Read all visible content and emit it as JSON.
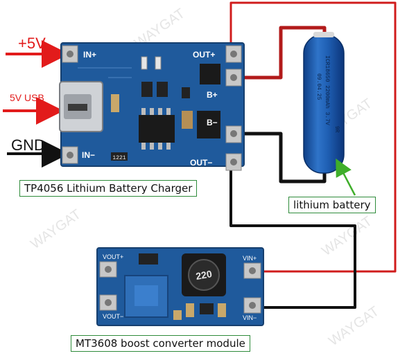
{
  "input_labels": {
    "plus5v": "+5V",
    "usb": "5V USB",
    "gnd": "GND"
  },
  "tp4056": {
    "title": "TP4056 Lithium Battery Charger",
    "pins": {
      "in_plus": "IN+",
      "in_minus": "IN−",
      "out_plus": "OUT+",
      "b_plus": "B+",
      "b_minus": "B−",
      "out_minus": "OUT−"
    },
    "silk_code": "1221"
  },
  "battery": {
    "label": "lithium battery",
    "print": "ICR18650 2200mAh 3.7V",
    "print2": "09.04.25",
    "print3": "9R"
  },
  "mt3608": {
    "title": "MT3608  boost converter module",
    "pins": {
      "vout_plus": "VOUT+",
      "vout_minus": "VOUT−",
      "vin_plus": "VIN+",
      "vin_minus": "VIN−"
    },
    "inductor_mark": "220"
  },
  "watermark": "WAYGAT",
  "colors": {
    "board": "#1f5a9c",
    "pad": "#c8c8c8",
    "red_wire": "#d01c1c",
    "black_wire": "#111111",
    "battery": "#1a56a8",
    "arrow_green": "#3fae2a",
    "label_border": "#2e8b3a"
  }
}
